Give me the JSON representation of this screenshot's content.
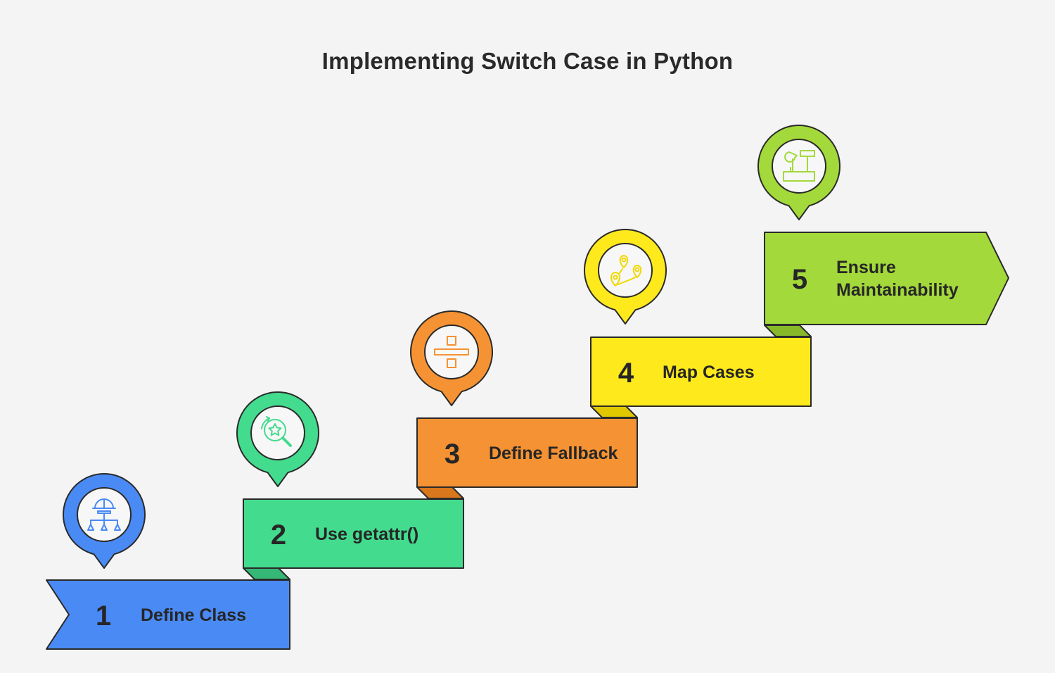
{
  "title": "Implementing Switch Case in Python",
  "steps": [
    {
      "number": "1",
      "label_lines": [
        "Define Class"
      ],
      "color": "#4a8af4",
      "fold_color": "#3c72d0",
      "icon": "hierarchy-helmet-icon"
    },
    {
      "number": "2",
      "label_lines": [
        "Use getattr()"
      ],
      "color": "#43db8e",
      "fold_color": "#35b875",
      "icon": "star-search-icon"
    },
    {
      "number": "3",
      "label_lines": [
        "Define Fallback"
      ],
      "color": "#f59233",
      "fold_color": "#d8771c",
      "icon": "divide-icon"
    },
    {
      "number": "4",
      "label_lines": [
        "Map Cases"
      ],
      "color": "#fde91c",
      "fold_color": "#e0c800",
      "icon": "route-pins-icon"
    },
    {
      "number": "5",
      "label_lines": [
        "Ensure",
        "Maintainability"
      ],
      "color": "#a3d93a",
      "fold_color": "#86b82a",
      "icon": "tools-icon"
    }
  ]
}
